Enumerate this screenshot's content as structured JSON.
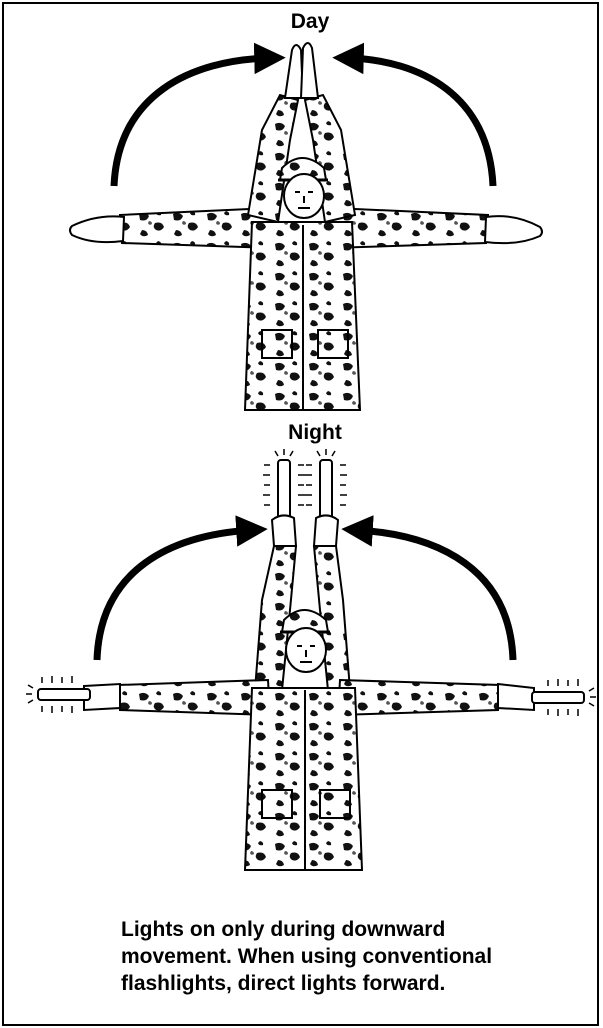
{
  "figure": {
    "panels": [
      {
        "label": "Day"
      },
      {
        "label": "Night"
      }
    ],
    "caption": "Lights on only during downward movement.  When using conventional flashlights, direct lights forward."
  },
  "colors": {
    "ink": "#000000",
    "background": "#ffffff",
    "camo_dark": "#111111"
  },
  "icons": [
    "curved-arrow-icon",
    "soldier-figure-icon",
    "flashlight-wand-icon",
    "light-glow-icon"
  ]
}
